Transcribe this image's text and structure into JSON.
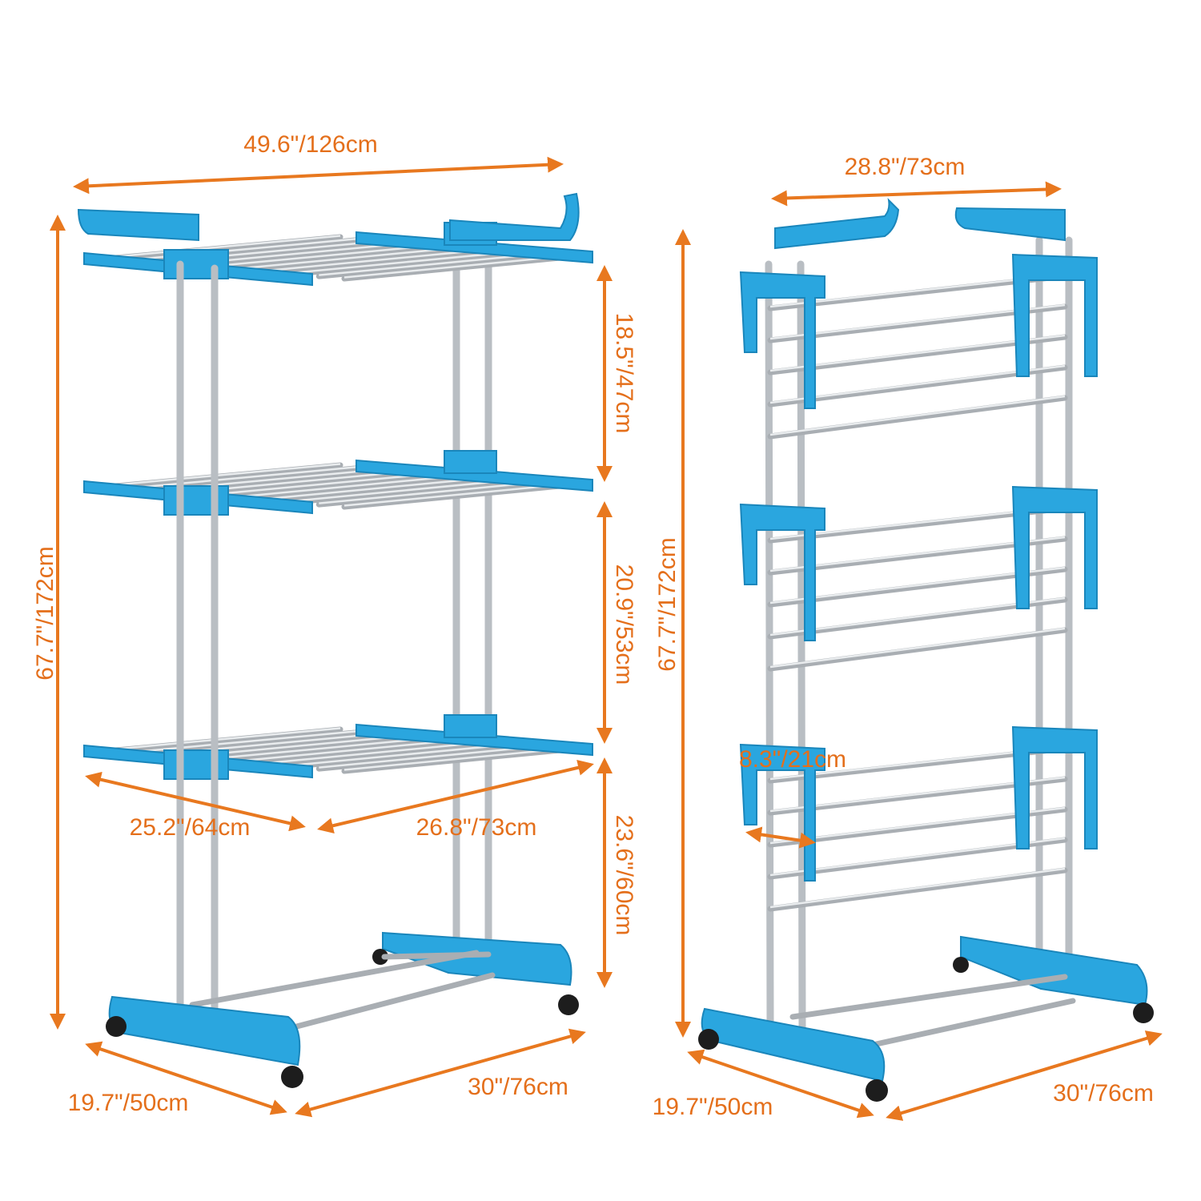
{
  "title": "3-Tier Clothes Drying Rack Dimensions",
  "colors": {
    "dimension": "#e8781f",
    "plastic": "#2aa6df",
    "steel": "#b9bec3"
  },
  "left_view": {
    "overall_width": "49.6\"/126cm",
    "total_height": "67.7\"/172cm",
    "tier_gap_top": "18.5\"/47cm",
    "tier_gap_middle": "20.9\"/53cm",
    "bottom_clearance": "23.6\"/60cm",
    "shelf_depth": "25.2\"/64cm",
    "shelf_width": "26.8\"/73cm",
    "base_depth": "19.7\"/50cm",
    "base_width": "30\"/76cm"
  },
  "right_view": {
    "folded_width": "28.8\"/73cm",
    "total_height": "67.7\"/172cm",
    "wing_depth": "8.3\"/21cm",
    "base_depth": "19.7\"/50cm",
    "base_width": "30\"/76cm"
  }
}
